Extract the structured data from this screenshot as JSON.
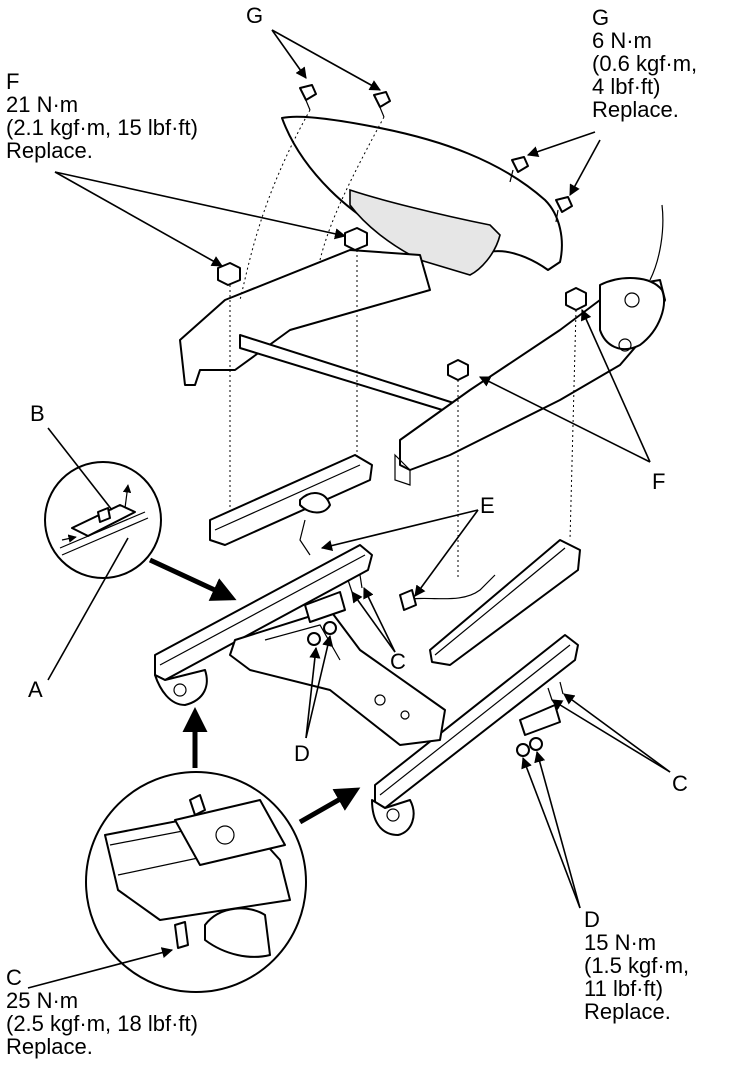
{
  "labels": {
    "g_top_left": {
      "letter": "G"
    },
    "g_top_right": {
      "letter": "G",
      "lines": [
        "6 N·m",
        "(0.6 kgf·m,",
        "4 lbf·ft)",
        "Replace."
      ]
    },
    "f_top_left": {
      "letter": "F",
      "lines": [
        "21 N·m",
        "(2.1 kgf·m, 15 lbf·ft)",
        "Replace."
      ]
    },
    "f_right": {
      "letter": "F"
    },
    "b": {
      "letter": "B"
    },
    "a": {
      "letter": "A"
    },
    "e": {
      "letter": "E"
    },
    "c_mid": {
      "letter": "C"
    },
    "d_mid": {
      "letter": "D"
    },
    "c_right": {
      "letter": "C"
    },
    "d_bottom_right": {
      "letter": "D",
      "lines": [
        "15 N·m",
        "(1.5 kgf·m,",
        "11 lbf·ft)",
        "Replace."
      ]
    },
    "c_bottom_left": {
      "letter": "C",
      "lines": [
        "25 N·m",
        "(2.5 kgf·m, 18 lbf·ft)",
        "Replace."
      ]
    }
  }
}
